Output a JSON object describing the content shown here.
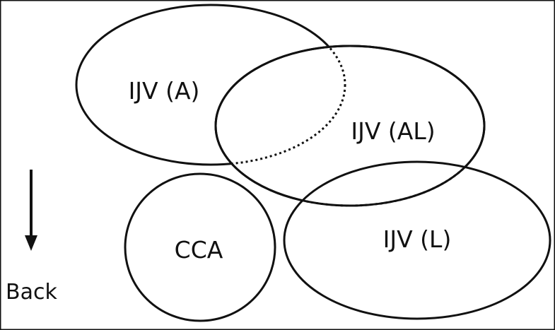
{
  "labels": {
    "ijv_a": "IJV (A)",
    "ijv_al": "IJV (AL)",
    "ijv_l": "IJV (L)",
    "cca": "CCA",
    "direction": "Back"
  },
  "colors": {
    "stroke": "#111111",
    "background": "#ffffff"
  }
}
